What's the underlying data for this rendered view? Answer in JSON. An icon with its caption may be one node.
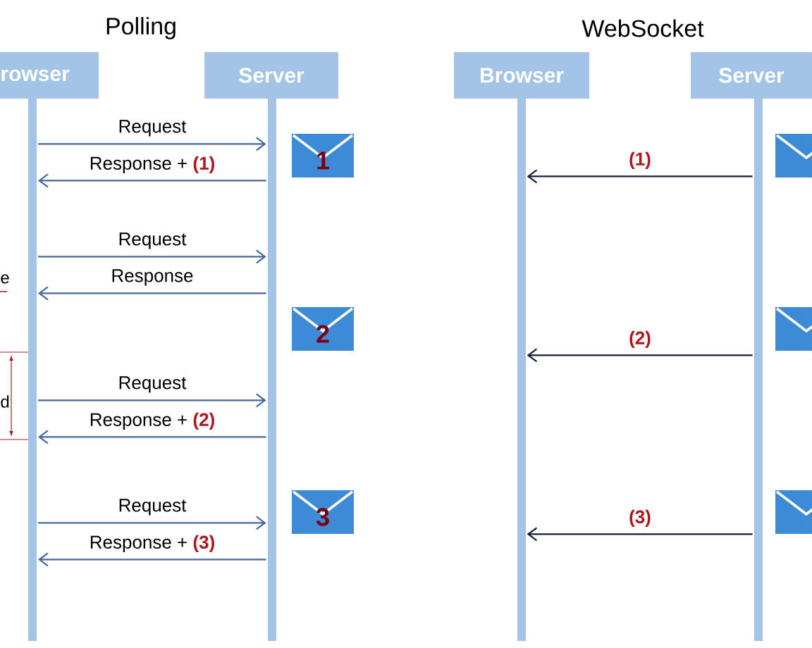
{
  "diagram": {
    "nodes": [
      {
        "text": [
          "rowser"
        ]
      },
      {
        "text": [
          "Server"
        ]
      },
      {
        "text": [
          "Browser"
        ]
      },
      {
        "text": [
          "Server"
        ]
      }
    ],
    "edges": [
      {
        "from": 0,
        "to": 1,
        "arrow": "to",
        "label": "Request"
      },
      {
        "from": 1,
        "to": 0,
        "arrow": "to",
        "label": "Response + **(1)**"
      },
      {
        "from": 0,
        "to": 1,
        "arrow": "to",
        "label": "Request"
      },
      {
        "from": 1,
        "to": 0,
        "arrow": "to",
        "label": "Response"
      },
      {
        "from": 0,
        "to": 1,
        "arrow": "to",
        "label": "Request"
      },
      {
        "from": 1,
        "to": 0,
        "arrow": "to",
        "label": "Response + **(2)**"
      },
      {
        "from": 0,
        "to": 1,
        "arrow": "to",
        "label": "Request"
      },
      {
        "from": 1,
        "to": 0,
        "arrow": "to",
        "label": "Response + **(3)**"
      },
      {
        "from": 3,
        "to": 2,
        "arrow": "to",
        "label": "(1)",
        "color": "#141c3a"
      },
      {
        "from": 3,
        "to": 2,
        "arrow": "to",
        "label": "(2)",
        "color": "#141c3a"
      },
      {
        "from": 3,
        "to": 2,
        "arrow": "to",
        "label": "(3)",
        "color": "#141c3a"
      }
    ],
    "labels": [
      "Polling",
      "WebSocket",
      "1",
      "e",
      "2",
      "d",
      "3"
    ]
  }
}
